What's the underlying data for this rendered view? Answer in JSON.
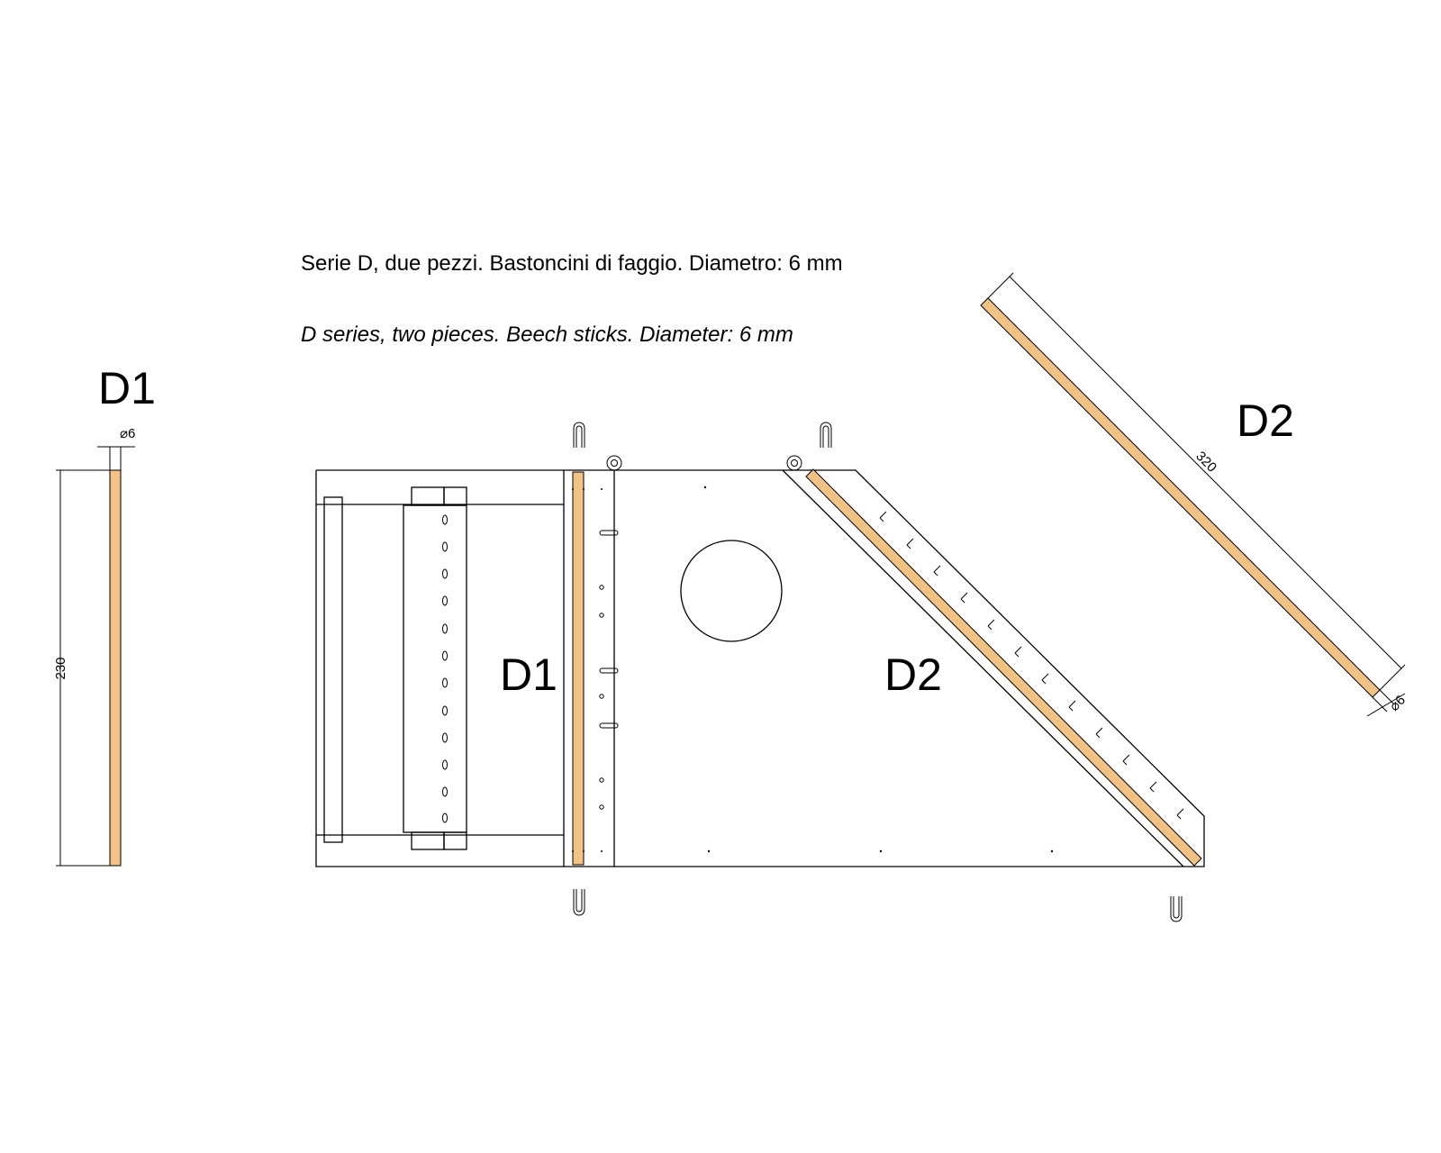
{
  "captions": {
    "italian": "Serie D, due pezzi. Bastoncini di faggio. Diametro: 6 mm",
    "english": "D series, two pieces. Beech sticks. Diameter: 6 mm"
  },
  "labels": {
    "d1_detail": "D1",
    "d2_detail": "D2",
    "d1_assembly": "D1",
    "d2_assembly": "D2"
  },
  "dimensions": {
    "d1_length": "230",
    "d1_diameter": "⌀6",
    "d2_length": "320",
    "d2_diameter": "⌀6"
  },
  "colors": {
    "stick_fill": "#f2c184",
    "line": "#000000",
    "background": "#ffffff"
  }
}
